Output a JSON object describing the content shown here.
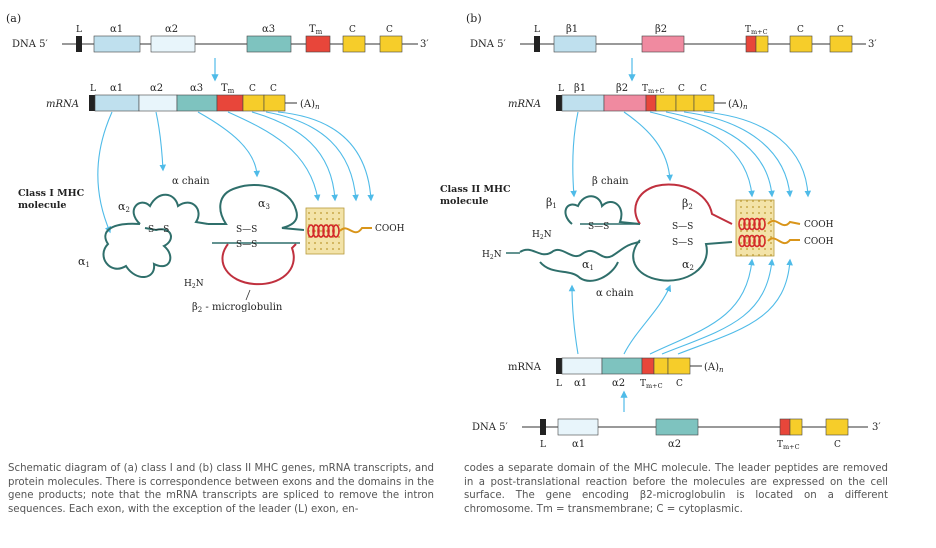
{
  "panel_a": {
    "letter": "(a)",
    "dna_label": "DNA 5′",
    "dna_end": "3′",
    "exons": [
      "L",
      "α1",
      "α2",
      "α3",
      "T",
      "C",
      "C"
    ],
    "tm_sub": "m",
    "mrna_label": "mRNA",
    "polya": "(A)",
    "polya_sub": "n",
    "molecule_title": [
      "Class I MHC",
      "molecule"
    ],
    "alpha_chain": "α chain",
    "a1": "α",
    "a2": "α",
    "a3": "α",
    "sub1": "1",
    "sub2": "2",
    "sub3": "3",
    "ss": "S—S",
    "cooh": "COOH",
    "h2n": "H",
    "h2n_sub": "2",
    "h2n_n": "N",
    "b2m": "β",
    "b2m_rest": " - microglobulin"
  },
  "panel_b": {
    "letter": "(b)",
    "dna_label": "DNA 5′",
    "dna_end": "3′",
    "exons": [
      "L",
      "β1",
      "β2",
      "T",
      "C",
      "C"
    ],
    "tmc_sub": "m+C",
    "mrna_label": "mRNA",
    "polya": "(A)",
    "polya_sub": "n",
    "molecule_title": [
      "Class II MHC",
      "molecule"
    ],
    "beta_chain": "β chain",
    "alpha_chain": "α chain",
    "b1": "β",
    "b2": "β",
    "a1": "α",
    "a2": "α",
    "sub1": "1",
    "sub2": "2",
    "ss": "S—S",
    "cooh": "COOH",
    "h2n": "H",
    "h2n_sub": "2",
    "h2n_n": "N",
    "mrna2_exons": [
      "L",
      "α1",
      "α2",
      "T",
      "C"
    ],
    "dna2_exons": [
      "L",
      "α1",
      "α2",
      "T",
      "C"
    ]
  },
  "caption": {
    "left": "Schematic diagram of (a) class I and (b) class II MHC genes, mRNA transcripts, and protein molecules. There is correspondence between exons and the domains in the gene products; note that the mRNA transcripts are spliced to remove the intron sequences. Each exon, with the exception of the leader (L) exon, en-",
    "right": "codes a separate domain of the MHC molecule. The leader peptides are removed in a post-translational reaction before the molecules are expressed on the cell surface. The gene encoding β2-microglobulin is located on a different chromosome. Tm = transmembrane; C = cytoplasmic."
  },
  "colors": {
    "leader": "#222222",
    "alpha1": "#bfe0ee",
    "alpha2": "#e8f5fb",
    "alpha3": "#7ec3bf",
    "tm": "#e8463a",
    "cyto": "#f6cd2a",
    "beta1": "#bfe0ee",
    "beta2": "#f08aa0",
    "arrow": "#4fbbe8",
    "chain_teal": "#2f6f6b",
    "chain_red": "#c0303e",
    "membrane": "#f3e3a8",
    "coil": "#d42a2a",
    "cooh_line": "#d9951a"
  }
}
